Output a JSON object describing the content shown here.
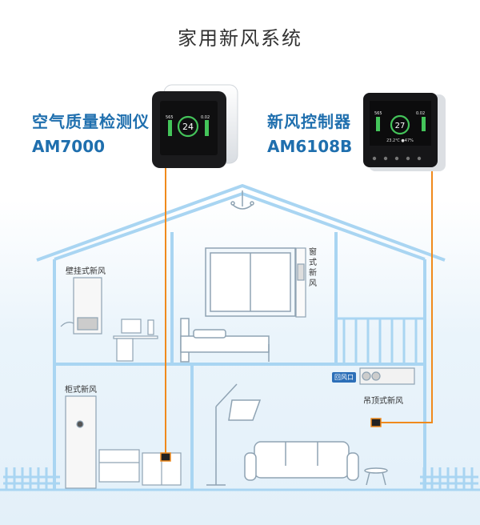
{
  "title": "家用新风系统",
  "devices": {
    "air_monitor": {
      "name": "空气质量检测仪",
      "model": "AM7000",
      "screen": {
        "main_value": "24",
        "left_value": "565",
        "right_value": "0.02"
      }
    },
    "controller": {
      "name": "新风控制器",
      "model": "AM6108B",
      "screen": {
        "main_value": "27",
        "left_value": "565",
        "right_value": "0.02",
        "bottom_line": "23.2℃  ●47%"
      }
    }
  },
  "labels": {
    "wall_mounted": "壁挂式新风",
    "window": "窗式新风",
    "cabinet": "柜式新风",
    "ceiling": "吊顶式新风",
    "return_air": "回风口"
  },
  "colors": {
    "house_line": "#a9d5f2",
    "wire": "#f08a1c",
    "accent_text": "#1f6fae",
    "screen_green": "#44c45a"
  }
}
